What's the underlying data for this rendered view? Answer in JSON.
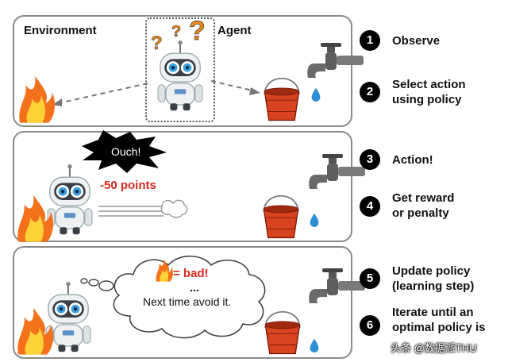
{
  "panel1": {
    "environment_label": "Environment",
    "agent_label": "Agent",
    "question_marks": [
      "?",
      "?",
      "?"
    ]
  },
  "panel2": {
    "ouch_text": "Ouch!",
    "penalty_text": "-50 points"
  },
  "panel3": {
    "bad_text": "= bad!",
    "dots": "...",
    "thought_text": "Next time avoid it."
  },
  "steps": [
    {
      "number": "1",
      "text": [
        "Observe"
      ]
    },
    {
      "number": "2",
      "text": [
        "Select action",
        "using policy"
      ]
    },
    {
      "number": "3",
      "text": [
        "Action!"
      ]
    },
    {
      "number": "4",
      "text": [
        "Get reward",
        "or penalty"
      ]
    },
    {
      "number": "5",
      "text": [
        "Update policy",
        "(learning step)"
      ]
    },
    {
      "number": "6",
      "text": [
        "Iterate until an",
        "optimal policy is"
      ]
    }
  ],
  "watermark": "头条 @数据派THU",
  "colors": {
    "fire_outer": "#f4711c",
    "fire_inner": "#ffd23a",
    "bucket": "#d8441f",
    "penalty": "#d42a1f",
    "robot_eye": "#3aa0e0"
  }
}
